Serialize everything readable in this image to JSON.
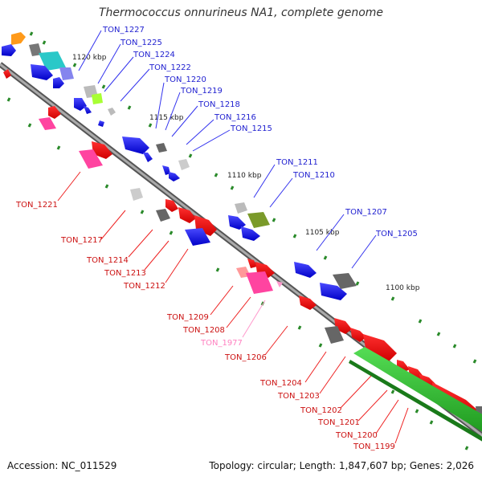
{
  "title": "Thermococcus onnurineus NA1, complete genome",
  "footer": {
    "accession": "Accession: NC_011529",
    "topology": "Topology: circular; Length: 1,847,607 bp; Genes: 2,026"
  },
  "colors": {
    "blue_label": "#1f1fd0",
    "red_label": "#cc1111",
    "pink_label": "#ff80c0",
    "backbone": "#777777",
    "tick": "#228822"
  },
  "scale_labels": [
    "1120 kbp",
    "1115 kbp",
    "1110 kbp",
    "1105 kbp",
    "1100 kbp"
  ],
  "genes_upper": [
    "TON_1227",
    "TON_1225",
    "TON_1224",
    "TON_1222",
    "TON_1220",
    "TON_1219",
    "TON_1218",
    "TON_1216",
    "TON_1215",
    "TON_1211",
    "TON_1210",
    "TON_1207",
    "TON_1205"
  ],
  "genes_lower": [
    "TON_1221",
    "TON_1217",
    "TON_1214",
    "TON_1213",
    "TON_1212",
    "TON_1209",
    "TON_1208",
    "TON_1977",
    "TON_1206",
    "TON_1204",
    "TON_1203",
    "TON_1202",
    "TON_1201",
    "TON_1200",
    "TON_1199"
  ]
}
